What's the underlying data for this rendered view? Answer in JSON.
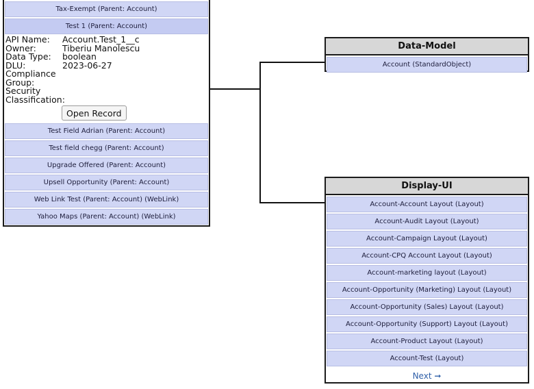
{
  "left_panel": {
    "items_top": [
      "Tax-Exempt (Parent: Account)",
      "Test 1 (Parent: Account)"
    ],
    "details": {
      "rows": [
        {
          "key": "API Name:",
          "value": "Account.Test_1__c"
        },
        {
          "key": "Owner:",
          "value": "Tiberiu Manolescu"
        },
        {
          "key": "Data Type:",
          "value": "boolean"
        },
        {
          "key": "DLU:",
          "value": "2023-06-27"
        },
        {
          "key": "Compliance",
          "value": ""
        },
        {
          "key": "Group:",
          "value": ""
        },
        {
          "key": "Security",
          "value": ""
        },
        {
          "key": "Classification:",
          "value": ""
        }
      ],
      "open_record_label": "Open Record"
    },
    "items_bottom": [
      "Test Field Adrian (Parent: Account)",
      "Test field chegg (Parent: Account)",
      "Upgrade Offered (Parent: Account)",
      "Upsell Opportunity (Parent: Account)",
      "Web Link Test (Parent: Account) (WebLink)",
      "Yahoo Maps (Parent: Account) (WebLink)"
    ]
  },
  "data_model": {
    "title": "Data-Model",
    "items": [
      "Account (StandardObject)"
    ]
  },
  "display_ui": {
    "title": "Display-UI",
    "items": [
      "Account-Account Layout (Layout)",
      "Account-Audit Layout (Layout)",
      "Account-Campaign Layout (Layout)",
      "Account-CPQ Account Layout (Layout)",
      "Account-marketing layout (Layout)",
      "Account-Opportunity (Marketing) Layout (Layout)",
      "Account-Opportunity (Sales) Layout (Layout)",
      "Account-Opportunity (Support) Layout (Layout)",
      "Account-Product Layout (Layout)",
      "Account-Test (Layout)"
    ],
    "next_label": "Next ➞"
  }
}
